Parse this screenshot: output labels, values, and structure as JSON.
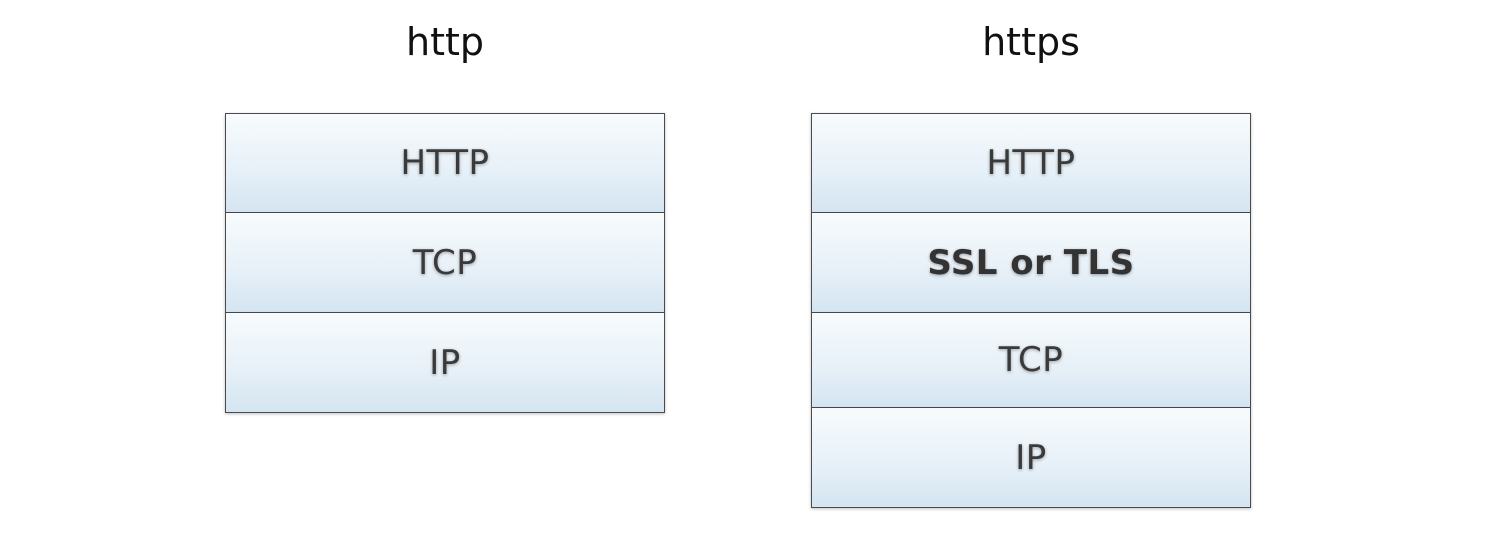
{
  "stacks": [
    {
      "title": "http",
      "layers": [
        "HTTP",
        "TCP",
        "IP"
      ]
    },
    {
      "title": "https",
      "layers": [
        "HTTP",
        "SSL or TLS",
        "TCP",
        "IP"
      ]
    }
  ],
  "colors": {
    "layer_fill_top": "#f7fbfd",
    "layer_fill_bottom": "#d4e5f1",
    "layer_border": "#4a4a4a",
    "layer_text": "#3a3a3a",
    "title_text": "#111111"
  }
}
